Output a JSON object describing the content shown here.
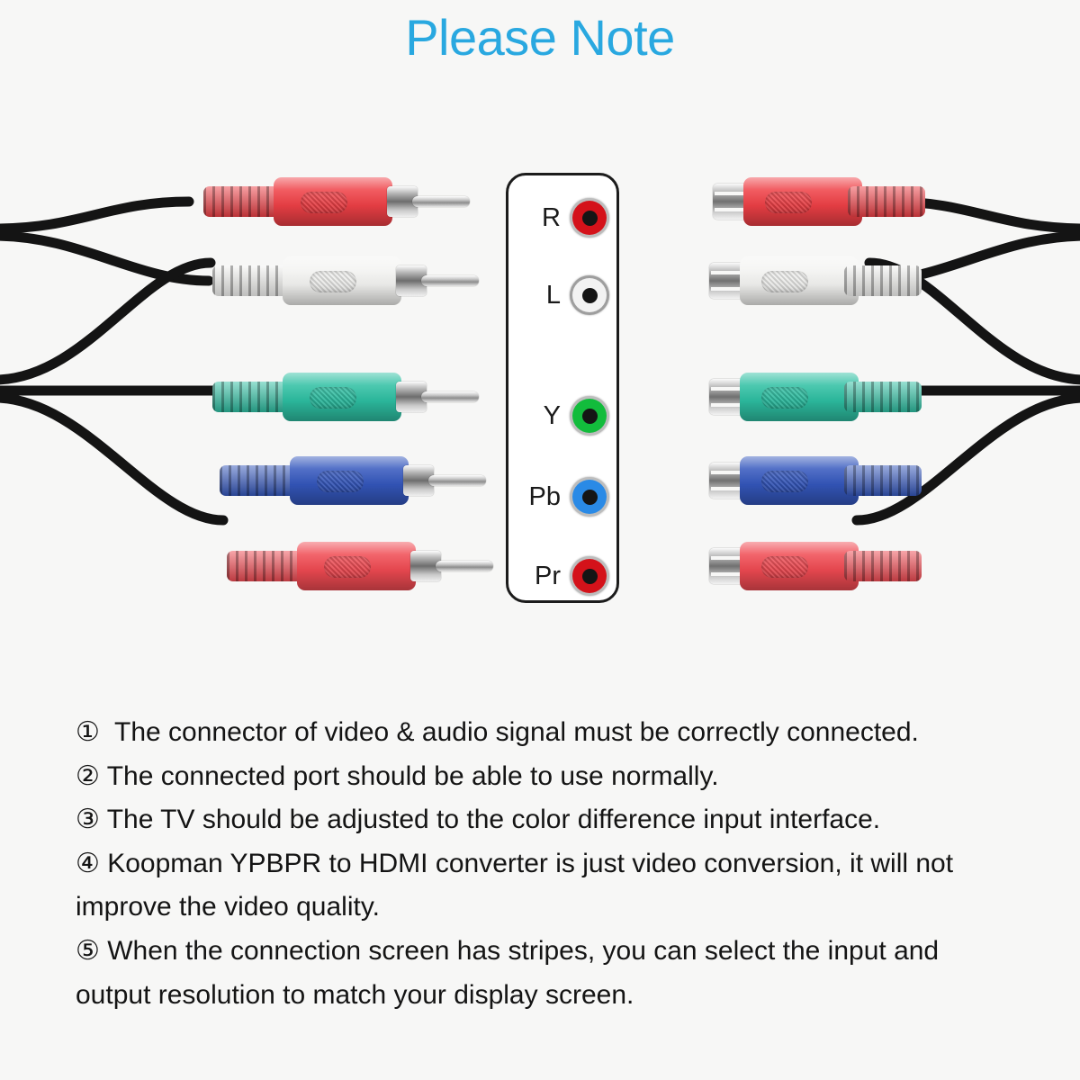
{
  "header": {
    "title": "Please Note",
    "title_color": "#29a8e0"
  },
  "diagram": {
    "panel": {
      "name": "rca-jack-panel",
      "jacks": [
        {
          "label": "R",
          "color": "#d4121a",
          "signal": "right-audio"
        },
        {
          "label": "L",
          "color": "#f2f2f2",
          "signal": "left-audio"
        },
        {
          "label": "Y",
          "color": "#12bc3c",
          "signal": "luma"
        },
        {
          "label": "Pb",
          "color": "#2a8ae6",
          "signal": "blue-difference"
        },
        {
          "label": "Pr",
          "color": "#d4121a",
          "signal": "red-difference"
        }
      ]
    },
    "left_connectors": [
      {
        "label": "R",
        "type": "male-rca-plug",
        "color": "#ef4046"
      },
      {
        "label": "L",
        "type": "male-rca-plug",
        "color": "#f4f4f2"
      },
      {
        "label": "Y",
        "type": "male-rca-plug",
        "color": "#2dbfa2"
      },
      {
        "label": "Pb",
        "type": "male-rca-plug",
        "color": "#3457bd"
      },
      {
        "label": "Pr",
        "type": "male-rca-plug",
        "color": "#f04a52"
      }
    ],
    "right_connectors": [
      {
        "label": "R",
        "type": "female-rca-jack",
        "color": "#ef4046"
      },
      {
        "label": "L",
        "type": "female-rca-jack",
        "color": "#f4f4f2"
      },
      {
        "label": "Y",
        "type": "female-rca-jack",
        "color": "#2dbfa2"
      },
      {
        "label": "Pb",
        "type": "female-rca-jack",
        "color": "#3457bd"
      },
      {
        "label": "Pr",
        "type": "female-rca-jack",
        "color": "#f04a52"
      }
    ],
    "cable_color": "#141414"
  },
  "notes": [
    "①  The connector of video & audio signal must be correctly connected.",
    "② The connected port should be able to use normally.",
    "③ The TV should be adjusted to the color difference input interface.",
    "④ Koopman YPBPR to HDMI converter is just video conversion, it will not improve the video quality.",
    "⑤ When the connection screen has stripes, you can select the input and output resolution to match your display screen."
  ],
  "background_color": "#f7f7f6"
}
